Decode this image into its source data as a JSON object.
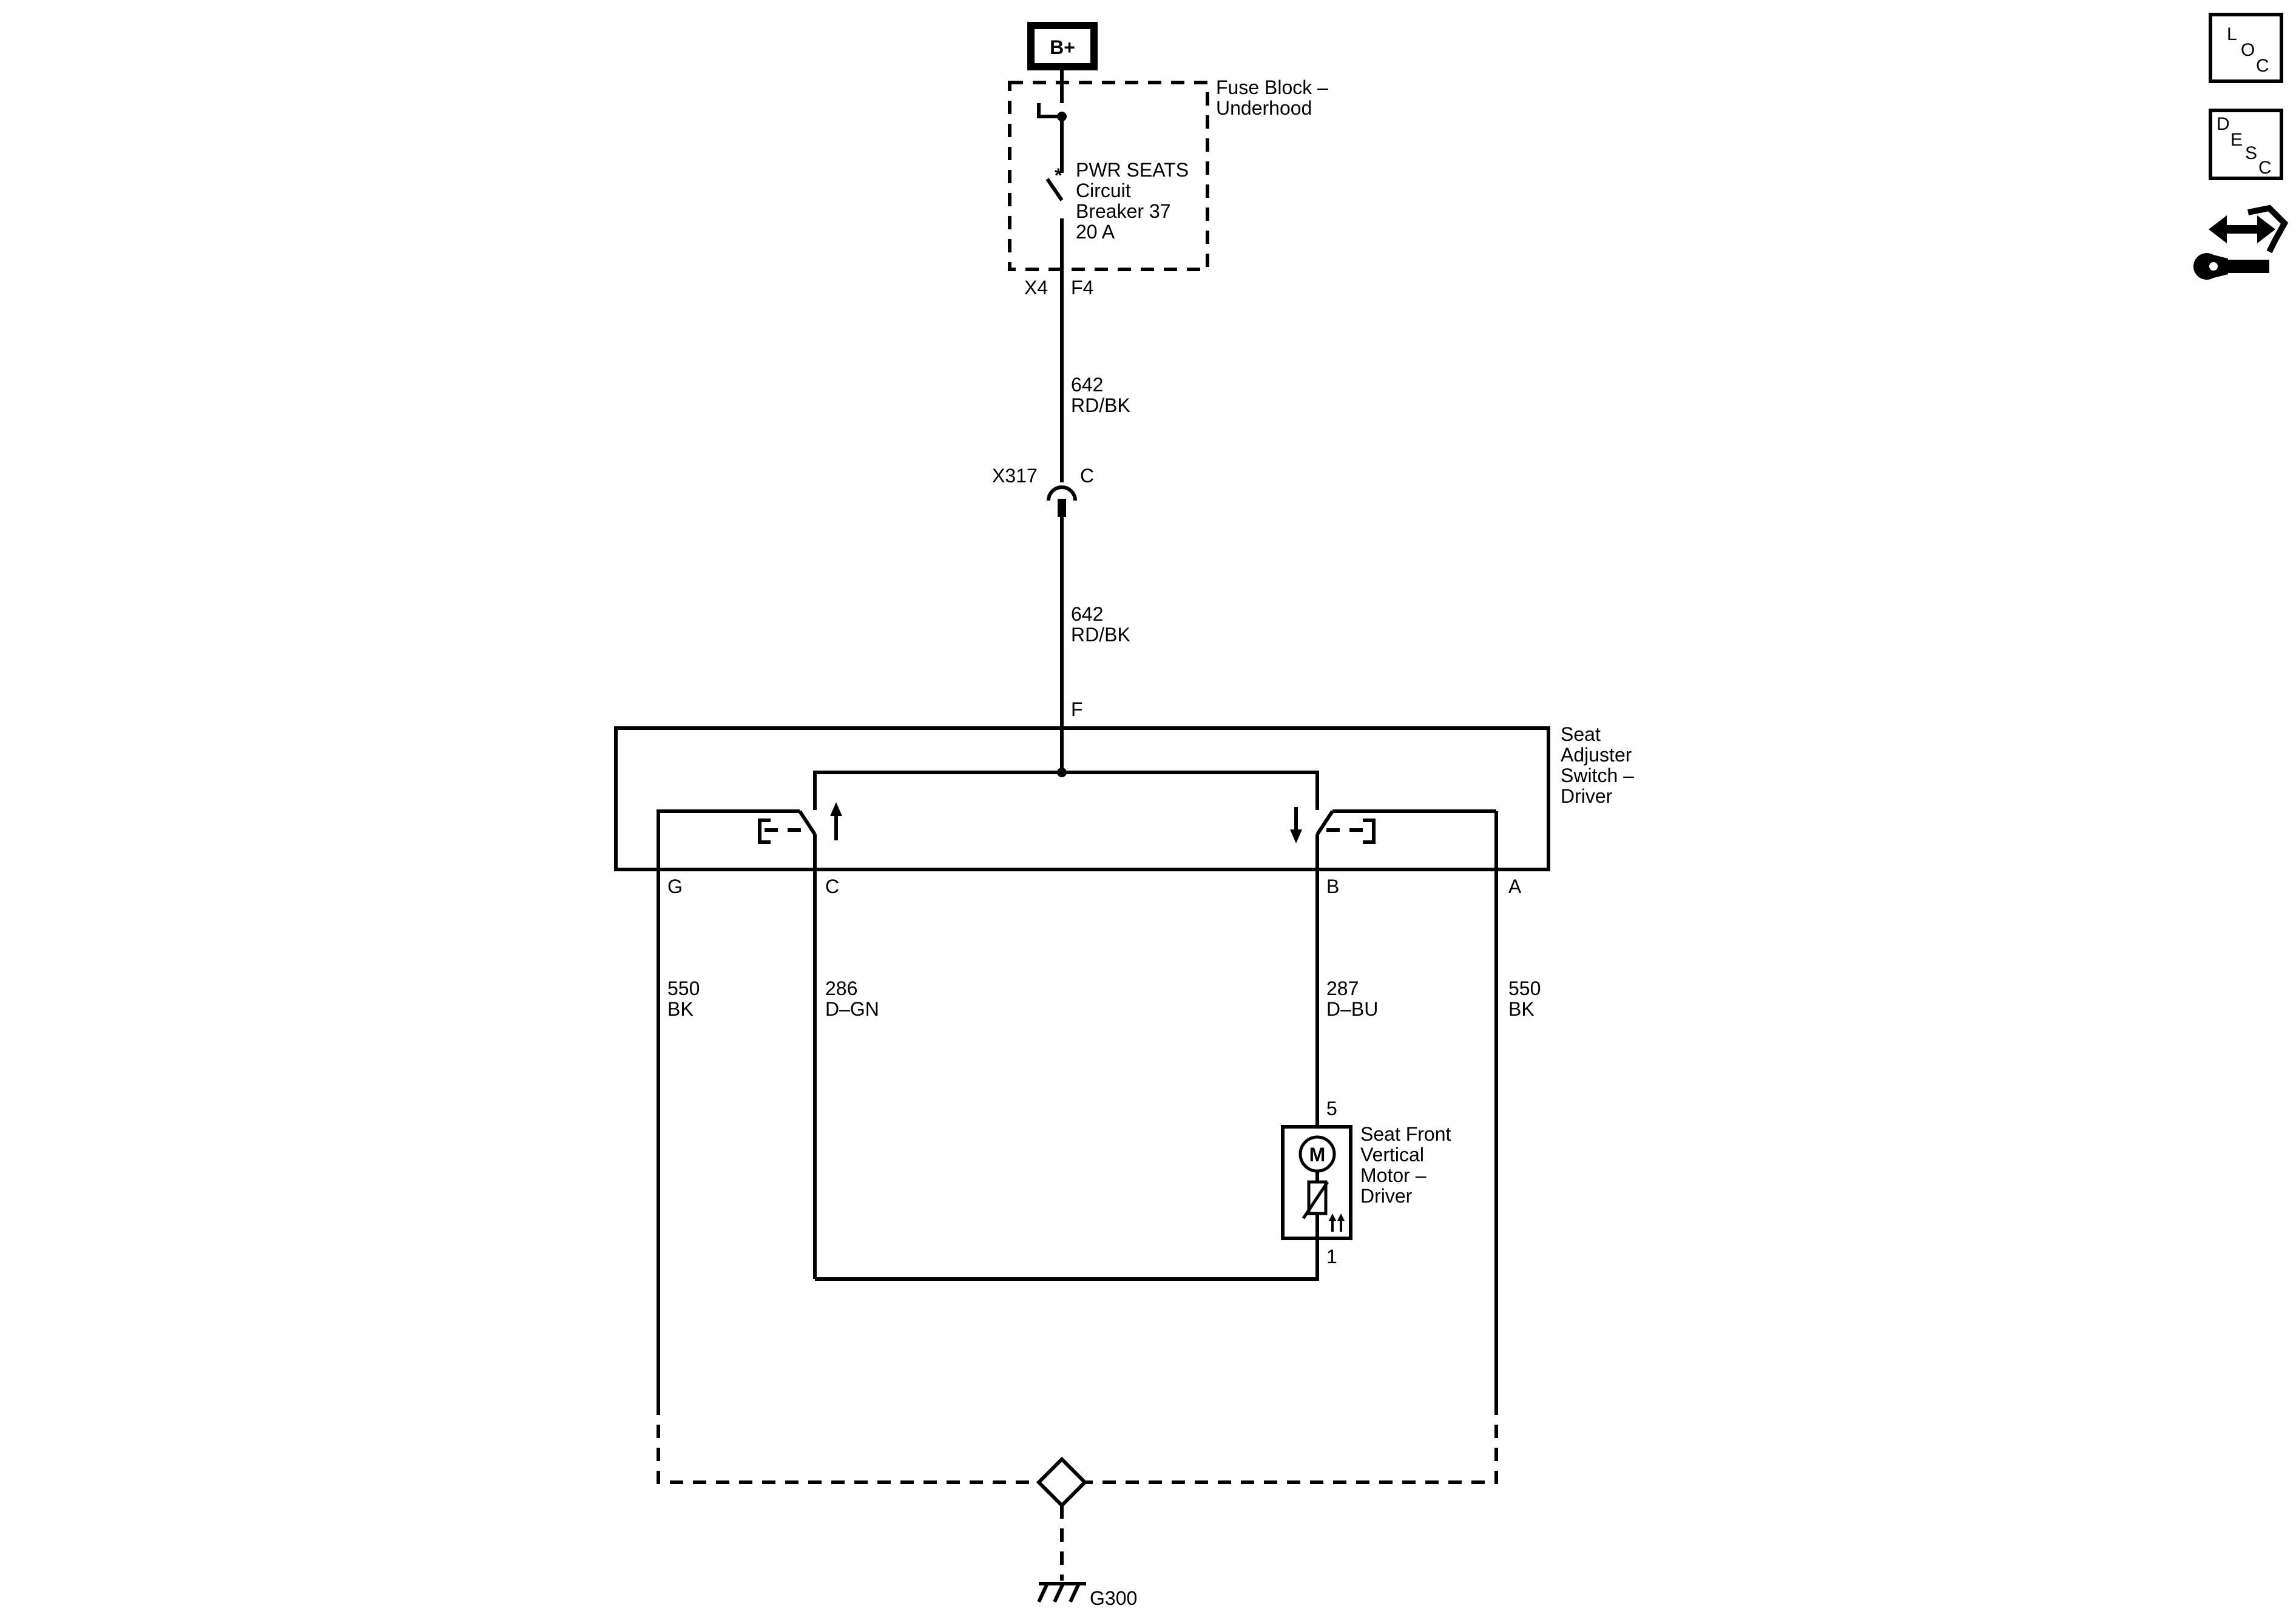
{
  "power": {
    "source_label": "B+"
  },
  "fuse_block": {
    "name_line1": "Fuse Block –",
    "name_line2": "Underhood",
    "breaker_line1": "PWR SEATS",
    "breaker_line2": "Circuit",
    "breaker_line3": "Breaker 37",
    "breaker_line4": "20 A",
    "connector": "X4",
    "pin": "F4"
  },
  "wire_upper": {
    "circuit": "642",
    "color": "RD/BK"
  },
  "inline_connector": {
    "name": "X317",
    "pin": "C"
  },
  "wire_lower": {
    "circuit": "642",
    "color": "RD/BK"
  },
  "switch": {
    "input_pin": "F",
    "name_line1": "Seat",
    "name_line2": "Adjuster",
    "name_line3": "Switch –",
    "name_line4": "Driver",
    "pins": {
      "g": "G",
      "c": "C",
      "b": "B",
      "a": "A"
    }
  },
  "wires": {
    "g": {
      "circuit": "550",
      "color": "BK"
    },
    "c": {
      "circuit": "286",
      "color": "D–GN"
    },
    "b": {
      "circuit": "287",
      "color": "D–BU"
    },
    "a": {
      "circuit": "550",
      "color": "BK"
    }
  },
  "motor": {
    "pin_top": "5",
    "pin_bottom": "1",
    "symbol": "M",
    "name_line1": "Seat Front",
    "name_line2": "Vertical",
    "name_line3": "Motor –",
    "name_line4": "Driver"
  },
  "ground": {
    "name": "G300"
  },
  "side_icons": {
    "loc": {
      "l1": "L",
      "l2": "O",
      "l3": "C"
    },
    "desc": {
      "l1": "D",
      "l2": "E",
      "l3": "S",
      "l4": "C"
    }
  }
}
